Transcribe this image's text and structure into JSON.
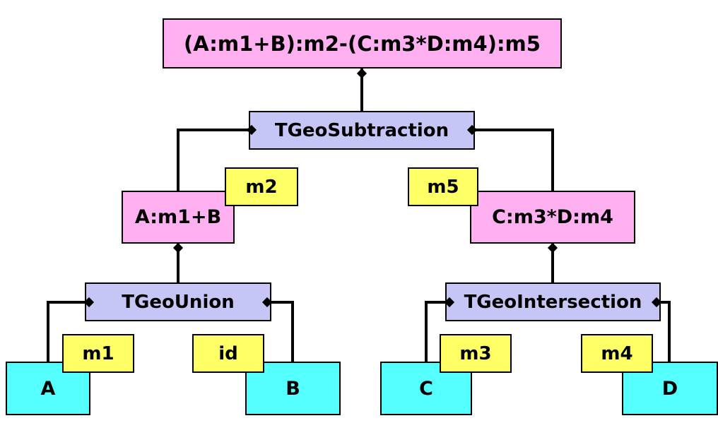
{
  "diagram": {
    "title": "(A:m1+B):m2-(C:m3*D:m4):m5",
    "colors": {
      "expression_box": "#ffb0f0",
      "operation_box": "#c6c6f6",
      "matrix_box": "#ffff66",
      "shape_box": "#55ffff",
      "connector": "#000000",
      "background": "#ffffff"
    },
    "nodes": {
      "root_expression": "(A:m1+B):m2-(C:m3*D:m4):m5",
      "subtraction": "TGeoSubtraction",
      "left_expression": "A:m1+B",
      "right_expression": "C:m3*D:m4",
      "union": "TGeoUnion",
      "intersection": "TGeoIntersection",
      "shape_a": "A",
      "shape_b": "B",
      "shape_c": "C",
      "shape_d": "D",
      "matrix_m1": "m1",
      "matrix_m2": "m2",
      "matrix_m3": "m3",
      "matrix_m4": "m4",
      "matrix_m5": "m5",
      "matrix_id": "id"
    }
  }
}
